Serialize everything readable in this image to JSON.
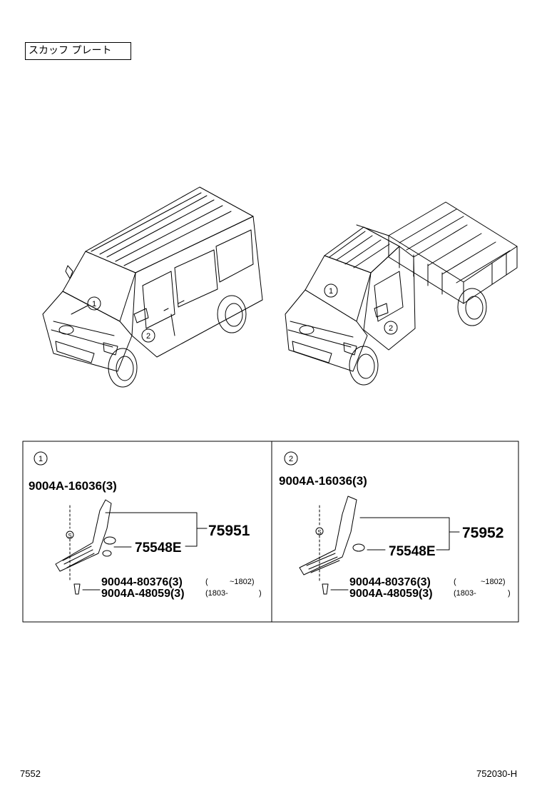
{
  "title": "スカッフ プレート",
  "callouts": {
    "one": "1",
    "two": "2"
  },
  "panel_left": {
    "marker": "1",
    "clip_part": "9004A-16036(3)",
    "main_part": "75951",
    "sub_part": "75548E",
    "screw_1": "90044-80376(3)",
    "screw_1_range": "~1802)",
    "screw_1_open": "(",
    "screw_2": "9004A-48059(3)",
    "screw_2_range": "(1803-",
    "screw_2_close": ")",
    "s_mark": "S"
  },
  "panel_right": {
    "marker": "2",
    "clip_part": "9004A-16036(3)",
    "main_part": "75952",
    "sub_part": "75548E",
    "screw_1": "90044-80376(3)",
    "screw_1_range": "~1802)",
    "screw_1_open": "(",
    "screw_2": "9004A-48059(3)",
    "screw_2_range": "(1803-",
    "screw_2_close": ")",
    "s_mark": "S"
  },
  "footer": {
    "left": "7552",
    "right": "752030-H"
  }
}
